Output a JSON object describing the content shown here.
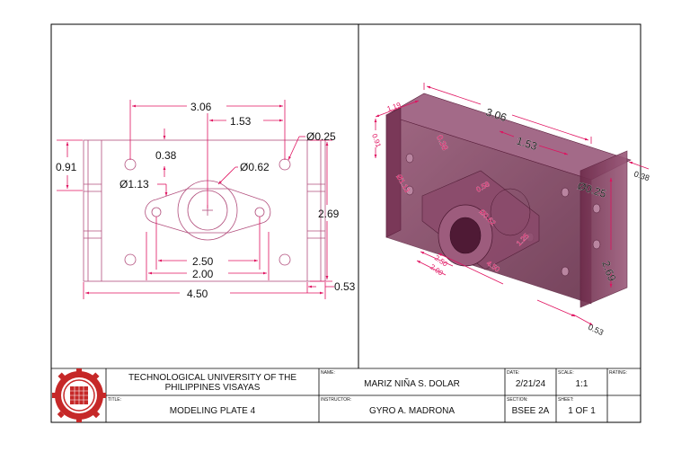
{
  "front_view": {
    "dims": {
      "overall_width": "4.50",
      "hole_span_top": "3.06",
      "center_offset": "1.53",
      "small_hole_dia": "Ø0.25",
      "height": "0.91",
      "hole_offset": "0.38",
      "bore_dia": "Ø0.62",
      "boss_dia": "Ø1.13",
      "flange_height": "2.69",
      "flange_span": "2.50",
      "inner_span": "2.00",
      "edge_offset": "0.53"
    }
  },
  "iso_view": {
    "dims": {
      "top_span": "3.06",
      "top_thick": "1.19",
      "left_height": "0.91",
      "hole_offset": "0.38",
      "center_offset": "1.53",
      "right_depth": "0.38",
      "small_hole_dia": "Ø0.25",
      "boss_dia_a": "Ø1.13",
      "boss_dia_b": "Ø0.62",
      "side_height": "2.69",
      "flange_span": "2.50",
      "inner_span": "2.00",
      "bottom_depth": "4.50",
      "edge_offset": "0.53",
      "extra_a": "0.58",
      "extra_b": "1.25"
    }
  },
  "title_block": {
    "school_line1": "TECHNOLOGICAL UNIVERSITY OF THE",
    "school_line2": "PHILIPPINES VISAYAS",
    "title_label": "TITLE:",
    "title": "MODELING PLATE 4",
    "name_label": "NAME:",
    "name": "MARIZ NIÑA S. DOLAR",
    "instructor_label": "INSTRUCTOR:",
    "instructor": "GYRO A. MADRONA",
    "date_label": "DATE:",
    "date": "2/21/24",
    "section_label": "SECTION:",
    "section": "BSEE 2A",
    "scale_label": "SCALE:",
    "scale": "1:1",
    "sheet_label": "SHEET:",
    "sheet": "1 OF 1",
    "rating_label": "RATING:"
  },
  "colors": {
    "dimension": "#e0115f",
    "line": "#9a3f6a",
    "iso_fill": "#6d2a4a",
    "border": "#000000"
  }
}
